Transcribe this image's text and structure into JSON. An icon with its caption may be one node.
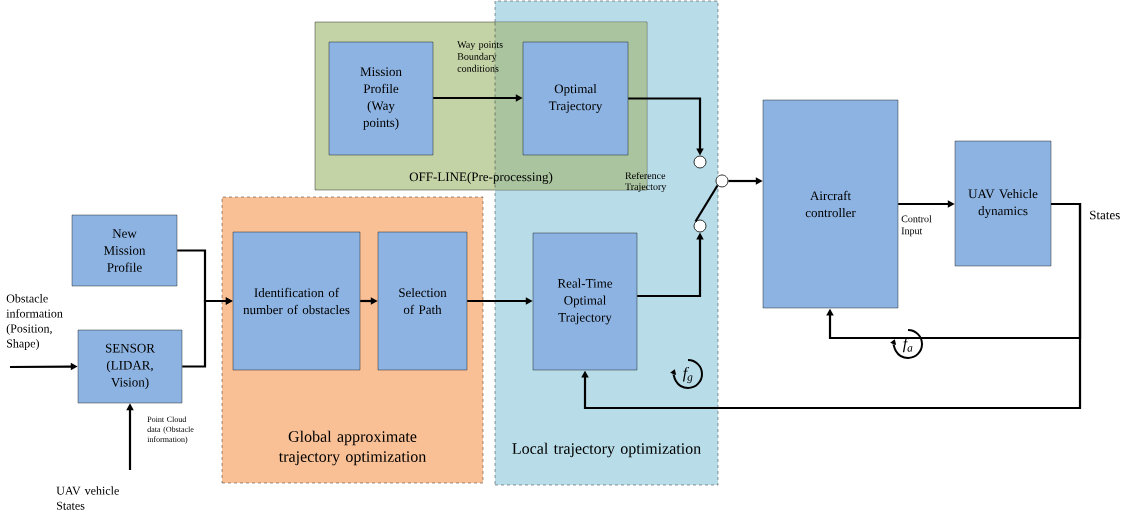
{
  "diagram": {
    "nodes": [
      {
        "text": [
          "OFF-LINE(Pre-processing)"
        ]
      },
      {
        "text": [
          "Mission Profile (Way points)"
        ],
        "in": 0
      },
      {
        "text": [
          "Optimal Trajectory"
        ]
      },
      {
        "text": [
          "Local trajectory optimization"
        ]
      },
      {
        "text": [
          "Global approximate trajectory optimization"
        ]
      },
      {
        "text": [
          "New Mission Profile"
        ]
      },
      {
        "text": [
          "SENSOR (LIDAR, Vision)"
        ]
      },
      {
        "text": [
          "Identification of number of obstacles"
        ],
        "in": 4
      },
      {
        "text": [
          "Selection of Path"
        ],
        "in": 4
      },
      {
        "text": [
          "Real-Time Optimal Trajectory"
        ],
        "in": 3
      },
      {
        "text": [],
        "shape": "circle",
        "in": 3
      },
      {
        "text": [],
        "shape": "circle",
        "in": 3
      },
      {
        "text": [],
        "shape": "circle"
      },
      {
        "text": [
          "Aircraft controller"
        ]
      },
      {
        "text": [
          "UAV Vehicle dynamics"
        ]
      }
    ],
    "edges": [
      {
        "from": 1,
        "to": 2,
        "arrow": "to",
        "label": "Way points Boundary conditions"
      },
      {
        "from": 2,
        "to": 10,
        "arrow": "to"
      },
      {
        "from": 5,
        "to": 7,
        "arrow": "to"
      },
      {
        "from": 6,
        "to": 7,
        "arrow": "to"
      },
      {
        "from": 7,
        "to": 8,
        "arrow": "to"
      },
      {
        "from": 8,
        "to": 9,
        "arrow": "to"
      },
      {
        "from": 9,
        "to": 11,
        "arrow": "to"
      },
      {
        "from": 11,
        "to": 12,
        "arrow": "none"
      },
      {
        "from": 12,
        "to": 13,
        "arrow": "to"
      },
      {
        "from": 13,
        "to": 14,
        "arrow": "to",
        "label": "Control Input"
      },
      {
        "from": 14,
        "to": 13,
        "arrow": "to"
      },
      {
        "from": 14,
        "to": 9,
        "arrow": "to"
      },
      {
        "from": null,
        "to": 6,
        "arrow": "to"
      },
      {
        "from": null,
        "to": 6,
        "arrow": "to"
      }
    ],
    "labels": [
      "Reference Trajectory",
      "States",
      "Obstacle information (Position, Shape)",
      "Point Cloud data (Obstacle information)",
      "UAV vehicle States",
      "f$_{g}$",
      "f$_{a}$"
    ]
  }
}
